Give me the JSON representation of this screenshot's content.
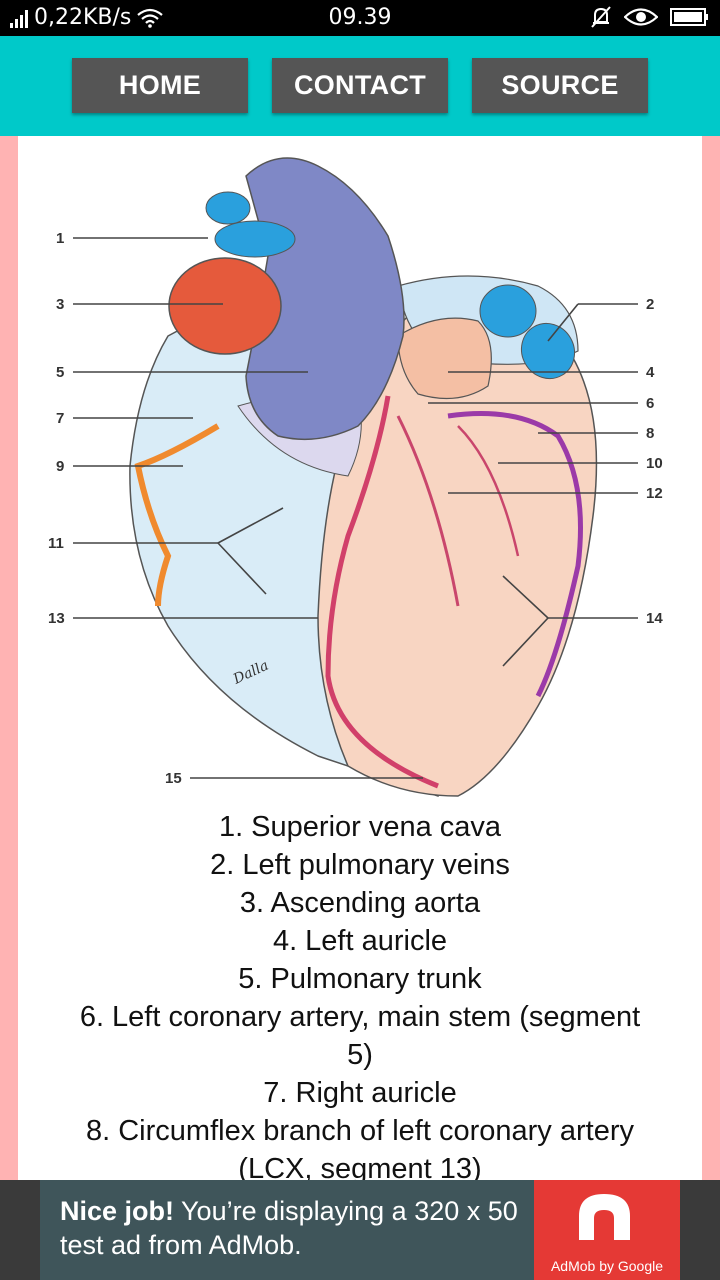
{
  "status_bar": {
    "speed": "0,22KB/s",
    "time": "09.39"
  },
  "nav": {
    "home": "HOME",
    "contact": "CONTACT",
    "source": "SOURCE"
  },
  "diagram": {
    "labels": [
      "1",
      "2",
      "3",
      "4",
      "5",
      "6",
      "7",
      "8",
      "9",
      "10",
      "11",
      "12",
      "13",
      "14",
      "15"
    ],
    "signature": "Dalla"
  },
  "legend": [
    "1. Superior vena cava",
    "2. Left pulmonary veins",
    "3. Ascending aorta",
    "4. Left auricle",
    "5. Pulmonary trunk",
    "6. Left coronary artery, main stem (segment",
    "5)",
    "7. Right auricle",
    "8. Circumflex branch of left coronary artery",
    "(LCX, segment 13)"
  ],
  "ad": {
    "bold": "Nice job!",
    "text": " You’re displaying a 320 x 50 test ad from AdMob.",
    "brand": "AdMob by Google"
  }
}
